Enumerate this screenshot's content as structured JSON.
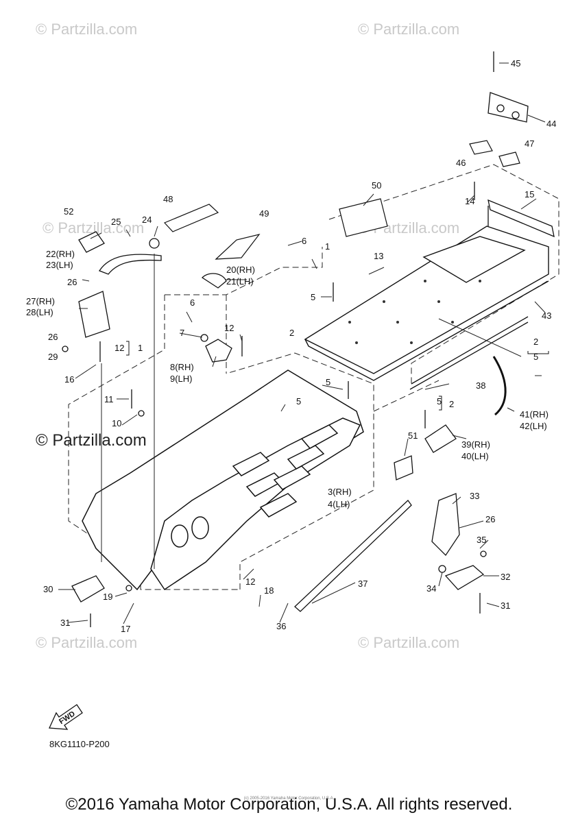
{
  "watermarks": [
    "© Partzilla.com",
    "© Partzilla.com",
    "© Partzilla.com",
    "© Partzilla.com",
    "© Partzilla.com",
    "© Partzilla.com",
    "© Partzilla.com"
  ],
  "callouts": {
    "c1": "1",
    "c1b": "1",
    "c2": "2",
    "c2b": "2",
    "c2c": "2",
    "c3": "3(RH)",
    "c4": "4(LH)",
    "c5a": "5",
    "c5b": "5",
    "c5c": "5",
    "c5d": "5",
    "c5e": "5",
    "c6a": "6",
    "c6b": "6",
    "c7": "7",
    "c8": "8(RH)",
    "c9": "9(LH)",
    "c10": "10",
    "c11": "11",
    "c12a": "12",
    "c12b": "12",
    "c12c": "12",
    "c13": "13",
    "c14": "14",
    "c15": "15",
    "c16": "16",
    "c17": "17",
    "c18": "18",
    "c19": "19",
    "c20": "20(RH)",
    "c21": "21(LH)",
    "c22": "22(RH)",
    "c23": "23(LH)",
    "c24": "24",
    "c25": "25",
    "c26a": "26",
    "c26b": "26",
    "c26c": "26",
    "c27": "27(RH)",
    "c28": "28(LH)",
    "c29": "29",
    "c30": "30",
    "c31a": "31",
    "c31b": "31",
    "c32": "32",
    "c33": "33",
    "c34": "34",
    "c35": "35",
    "c36": "36",
    "c37": "37",
    "c38": "38",
    "c39": "39(RH)",
    "c40": "40(LH)",
    "c41": "41(RH)",
    "c42": "42(LH)",
    "c43": "43",
    "c44": "44",
    "c45": "45",
    "c46": "46",
    "c47": "47",
    "c48": "48",
    "c49": "49",
    "c50": "50",
    "c51": "51",
    "c52": "52"
  },
  "fwd_label": "FWD",
  "diagram_code": "8KG1110-P200",
  "copyright_small": "(c) 2005-2016 Yamaha Motor Corporation, U.S.A.",
  "copyright": "©2016 Yamaha Motor Corporation, U.S.A. All rights reserved."
}
